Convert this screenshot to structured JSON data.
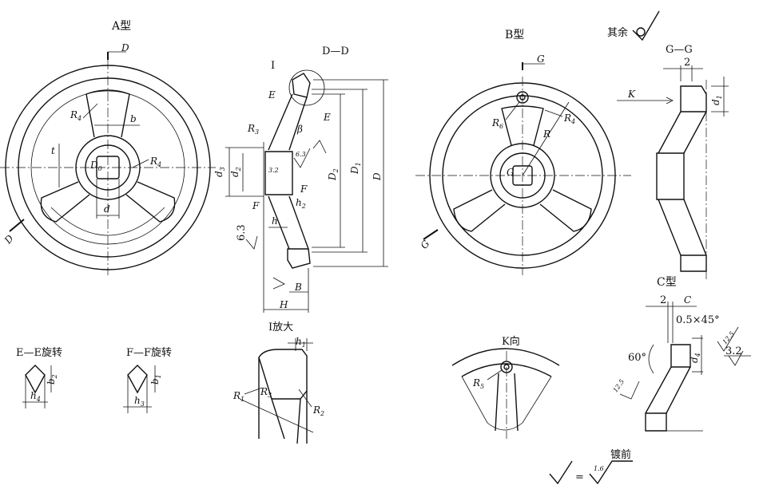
{
  "titles": {
    "type_a": "A型",
    "type_b": "B型",
    "type_c": "C型",
    "section_dd": "D—D",
    "section_gg": "G—G",
    "enlarge_i": "Ⅰ放大",
    "view_k": "K向",
    "section_ee": "E—E旋转",
    "section_ff": "F—F旋转",
    "rest_note": "其余",
    "plating_note": "镀前"
  },
  "labels": {
    "D": "D",
    "R4": "R",
    "b": "b",
    "t": "t",
    "d": "d",
    "D0": "D",
    "I": "Ⅰ",
    "E": "E",
    "beta": "β",
    "R3": "R",
    "d3": "d",
    "d2": "d",
    "D2": "D",
    "D1": "D",
    "F": "F",
    "h2": "h",
    "h": "h",
    "B": "B",
    "H": "H",
    "G": "G",
    "R6": "R",
    "R": "R",
    "K": "K",
    "two": "2",
    "d1": "d",
    "C": "C",
    "chamfer": "0.5×45°",
    "sixty": "60°",
    "d4": "d",
    "b2": "b",
    "h4": "h",
    "b1": "b",
    "h3": "h",
    "h1": "h",
    "R1": "R",
    "R2": "R",
    "R5": "R",
    "eq": "="
  },
  "subscripts": {
    "R4": "4",
    "R3": "3",
    "d3": "3",
    "d2": "2",
    "D2": "2",
    "D1": "1",
    "h2": "2",
    "R6": "6",
    "d1": "1",
    "d4": "4",
    "b2": "2",
    "h4": "4",
    "b1": "1",
    "h3": "3",
    "h1": "1",
    "R1": "1",
    "R2": "2",
    "R5": "5",
    "D0": "0"
  },
  "roughness": {
    "r63": "6.3",
    "r32": "3.2",
    "r125": "12.5",
    "r16": "1.6"
  }
}
